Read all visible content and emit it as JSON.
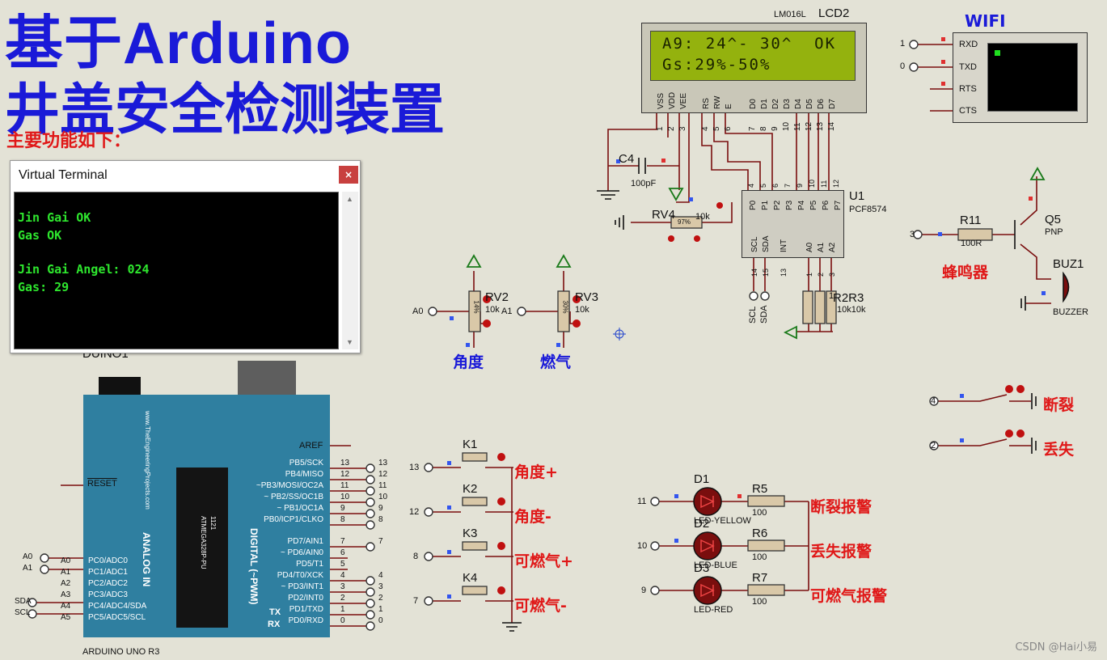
{
  "title": {
    "line1": "基于Arduino",
    "line2": "井盖安全检测装置",
    "subtitle": "主要功能如下："
  },
  "terminal": {
    "title": "Virtual Terminal",
    "close": "×",
    "lines": [
      "Jin Gai OK",
      "Gas OK",
      "",
      "Jin Gai Angel: 024",
      "Gas: 29"
    ],
    "text_color": "#2ee62e"
  },
  "lcd": {
    "model": "LM016L",
    "name": "LCD2",
    "row1": "A9: 24^- 30^  OK",
    "row2": "Gs:29%-50%",
    "pins": [
      "VSS",
      "VDD",
      "VEE",
      "RS",
      "RW",
      "E",
      "D0",
      "D1",
      "D2",
      "D3",
      "D4",
      "D5",
      "D6",
      "D7"
    ],
    "pin_numbers": [
      "1",
      "2",
      "3",
      "4",
      "5",
      "6",
      "7",
      "8",
      "9",
      "10",
      "11",
      "12",
      "13",
      "14"
    ]
  },
  "wifi": {
    "name": "WIFI",
    "pins": [
      "RXD",
      "TXD",
      "RTS",
      "CTS"
    ],
    "terminals": [
      "1",
      "0"
    ]
  },
  "pcf": {
    "name": "U1",
    "model": "PCF8574",
    "top_pins": [
      "P0",
      "P1",
      "P2",
      "P3",
      "P4",
      "P5",
      "P6",
      "P7"
    ],
    "top_nums": [
      "4",
      "5",
      "6",
      "7",
      "9",
      "10",
      "11",
      "12"
    ],
    "bottom_pins": [
      "SCL",
      "SDA",
      "INT",
      "A0",
      "A1",
      "A2"
    ],
    "bottom_nums": [
      "14",
      "15",
      "13",
      "1",
      "2",
      "3"
    ],
    "bus": [
      "SCL",
      "SDA"
    ]
  },
  "components": {
    "c4": {
      "name": "C4",
      "value": "100pF"
    },
    "rv4": {
      "name": "RV4",
      "value": "10k",
      "pct": "97%"
    },
    "rv2": {
      "name": "RV2",
      "value": "10k",
      "pct": "14%",
      "terminal": "A0",
      "caption": "角度"
    },
    "rv3": {
      "name": "RV3",
      "value": "10k",
      "pct": "30%",
      "terminal": "A1",
      "caption": "燃气"
    },
    "r2r3": {
      "names": "R2R3",
      "values": "10k10k",
      "r1": "1"
    },
    "r11": {
      "name": "R11",
      "value": "100R",
      "terminal": "3"
    },
    "q5": {
      "name": "Q5",
      "type": "PNP"
    },
    "buz": {
      "name": "BUZ1",
      "type": "BUZZER"
    },
    "buzzer_caption": "蜂鸣器"
  },
  "switches": [
    {
      "terminal": "4",
      "caption": "断裂"
    },
    {
      "terminal": "2",
      "caption": "丢失"
    }
  ],
  "buttons": [
    {
      "name": "K1",
      "terminal": "13",
      "caption": "角度+"
    },
    {
      "name": "K2",
      "terminal": "12",
      "caption": "角度-"
    },
    {
      "name": "K3",
      "terminal": "8",
      "caption": "可燃气+"
    },
    {
      "name": "K4",
      "terminal": "7",
      "caption": "可燃气-"
    }
  ],
  "leds": [
    {
      "name": "D1",
      "type": "LED-YELLOW",
      "res": "R5",
      "value": "100",
      "terminal": "11",
      "caption": "断裂报警",
      "color": "#d01818"
    },
    {
      "name": "D2",
      "type": "LED-BLUE",
      "res": "R6",
      "value": "100",
      "terminal": "10",
      "caption": "丢失报警",
      "color": "#d01818"
    },
    {
      "name": "D3",
      "type": "LED-RED",
      "res": "R7",
      "value": "100",
      "terminal": "9",
      "caption": "可燃气报警",
      "color": "#d01818"
    }
  ],
  "arduino": {
    "partial_label": "DUINO1",
    "model": "ARDUINO UNO R3",
    "chip": "ATMEGA328P-PU",
    "chip_code": "1121",
    "analog_label": "ANALOG IN",
    "digital_label": "DIGITAL (~PWM)",
    "reset": "RESET",
    "aref": "AREF",
    "url": "www.TheEngineeringProjects.com",
    "tx": "TX",
    "rx": "RX",
    "analog_pins": [
      "PC0/ADC0",
      "PC1/ADC1",
      "PC2/ADC2",
      "PC3/ADC3",
      "PC4/ADC4/SDA",
      "PC5/ADC5/SCL"
    ],
    "analog_nums": [
      "A0",
      "A1",
      "A2",
      "A3",
      "A4",
      "A5"
    ],
    "analog_nets": [
      "A0",
      "A1",
      "",
      "",
      "SDA",
      "SCL"
    ],
    "digital_pins": [
      "PB5/SCK",
      "PB4/MISO",
      "~PB3/MOSI/OC2A",
      "~ PB2/SS/OC1B",
      "~ PB1/OC1A",
      "PB0/ICP1/CLKO",
      "PD7/AIN1",
      "~ PD6/AIN0",
      "PD5/T1",
      "PD4/T0/XCK",
      "~ PD3/INT1",
      "PD2/INT0",
      "PD1/TXD",
      "PD0/RXD"
    ],
    "digital_nums": [
      "13",
      "12",
      "11",
      "10",
      "9",
      "8",
      "7",
      "6",
      "5",
      "4",
      "3",
      "2",
      "1",
      "0"
    ],
    "digital_nets": [
      "13",
      "12",
      "11",
      "10",
      "9",
      "8",
      "7",
      "",
      "",
      "4",
      "3",
      "2",
      "1",
      "0"
    ]
  },
  "watermark": "CSDN @Hai小易"
}
